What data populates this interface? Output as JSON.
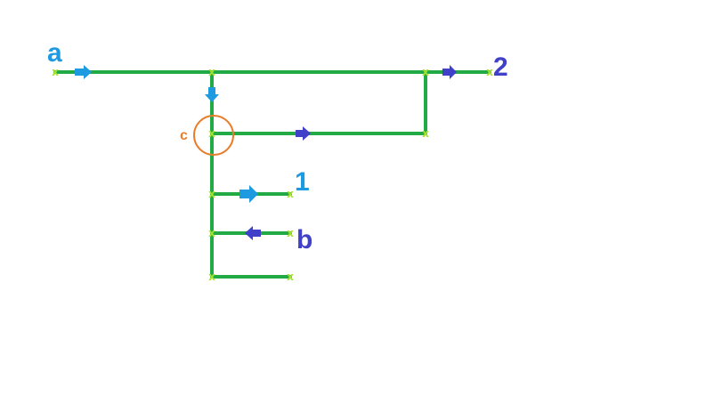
{
  "labels": {
    "a": "a",
    "two": "2",
    "c": "c",
    "one": "1",
    "b": "b"
  },
  "node_marker": "x",
  "colors": {
    "pipe": "#22aa44",
    "node": "#a6e22e",
    "arrow_light": "#1e9be0",
    "arrow_dark": "#4040c8",
    "circle": "#e87e2c",
    "label_light": "#1e9be0",
    "label_dark": "#4040c8",
    "label_c": "#e87e2c"
  }
}
